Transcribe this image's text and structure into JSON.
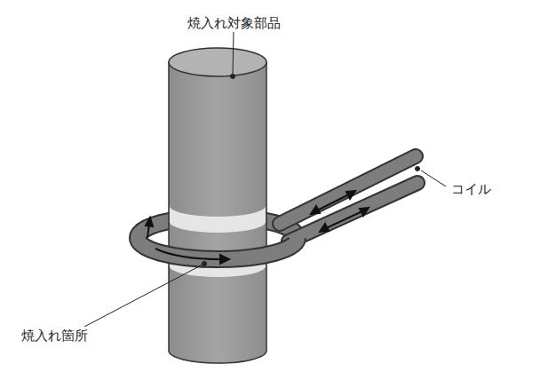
{
  "diagram": {
    "labels": [
      "焼入れ対象部品",
      "コイル",
      "焼入れ箇所"
    ]
  }
}
